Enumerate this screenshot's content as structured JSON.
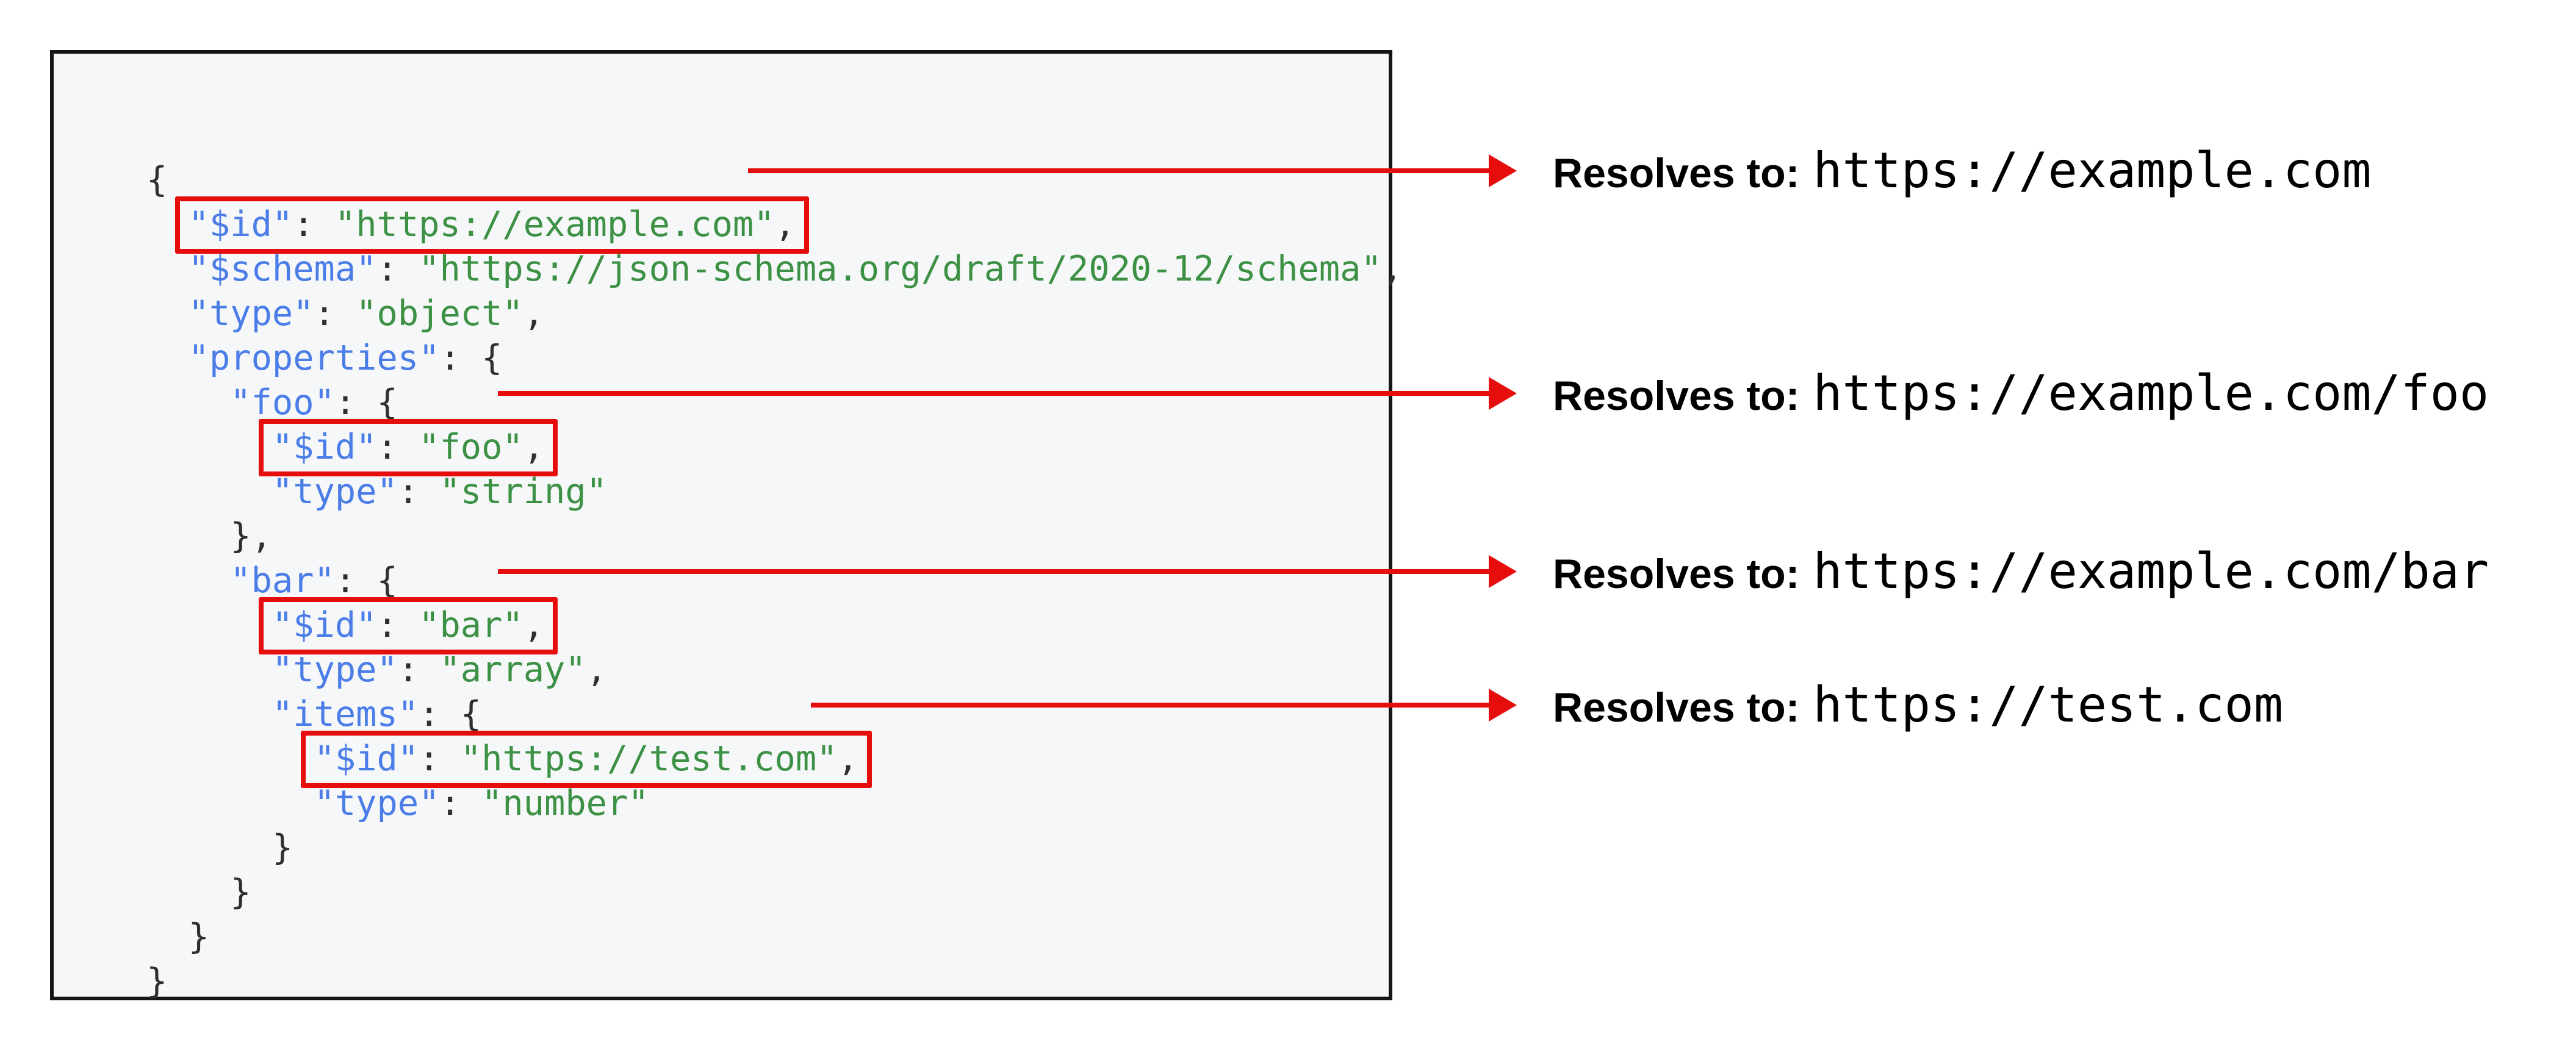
{
  "colors": {
    "accent_red": "#e60d0d",
    "key_blue": "#4b7de8",
    "string_green": "#3c9145",
    "punctuation": "#2f2f2f",
    "code_background": "#f6f7f8",
    "code_border": "#151515",
    "annotation_text": "#000000"
  },
  "code": {
    "language": "json",
    "lines": [
      {
        "indent": "",
        "boxed": false,
        "tokens": [
          {
            "type": "punct",
            "text": "{"
          }
        ]
      },
      {
        "indent": "  ",
        "boxed": true,
        "tokens": [
          {
            "type": "key",
            "text": "\"$id\""
          },
          {
            "type": "punct",
            "text": ": "
          },
          {
            "type": "string",
            "text": "\"https://example.com\""
          },
          {
            "type": "punct",
            "text": ","
          }
        ]
      },
      {
        "indent": "  ",
        "boxed": false,
        "tokens": [
          {
            "type": "key",
            "text": "\"$schema\""
          },
          {
            "type": "punct",
            "text": ": "
          },
          {
            "type": "string",
            "text": "\"https://json-schema.org/draft/2020-12/schema\""
          },
          {
            "type": "punct",
            "text": ","
          }
        ]
      },
      {
        "indent": "  ",
        "boxed": false,
        "tokens": [
          {
            "type": "key",
            "text": "\"type\""
          },
          {
            "type": "punct",
            "text": ": "
          },
          {
            "type": "string",
            "text": "\"object\""
          },
          {
            "type": "punct",
            "text": ","
          }
        ]
      },
      {
        "indent": "  ",
        "boxed": false,
        "tokens": [
          {
            "type": "key",
            "text": "\"properties\""
          },
          {
            "type": "punct",
            "text": ": {"
          }
        ]
      },
      {
        "indent": "    ",
        "boxed": false,
        "tokens": [
          {
            "type": "key",
            "text": "\"foo\""
          },
          {
            "type": "punct",
            "text": ": {"
          }
        ]
      },
      {
        "indent": "      ",
        "boxed": true,
        "tokens": [
          {
            "type": "key",
            "text": "\"$id\""
          },
          {
            "type": "punct",
            "text": ": "
          },
          {
            "type": "string",
            "text": "\"foo\""
          },
          {
            "type": "punct",
            "text": ","
          }
        ]
      },
      {
        "indent": "      ",
        "boxed": false,
        "tokens": [
          {
            "type": "key",
            "text": "\"type\""
          },
          {
            "type": "punct",
            "text": ": "
          },
          {
            "type": "string",
            "text": "\"string\""
          }
        ]
      },
      {
        "indent": "    ",
        "boxed": false,
        "tokens": [
          {
            "type": "punct",
            "text": "},"
          }
        ]
      },
      {
        "indent": "    ",
        "boxed": false,
        "tokens": [
          {
            "type": "key",
            "text": "\"bar\""
          },
          {
            "type": "punct",
            "text": ": {"
          }
        ]
      },
      {
        "indent": "      ",
        "boxed": true,
        "tokens": [
          {
            "type": "key",
            "text": "\"$id\""
          },
          {
            "type": "punct",
            "text": ": "
          },
          {
            "type": "string",
            "text": "\"bar\""
          },
          {
            "type": "punct",
            "text": ","
          }
        ]
      },
      {
        "indent": "      ",
        "boxed": false,
        "tokens": [
          {
            "type": "key",
            "text": "\"type\""
          },
          {
            "type": "punct",
            "text": ": "
          },
          {
            "type": "string",
            "text": "\"array\""
          },
          {
            "type": "punct",
            "text": ","
          }
        ]
      },
      {
        "indent": "      ",
        "boxed": false,
        "tokens": [
          {
            "type": "key",
            "text": "\"items\""
          },
          {
            "type": "punct",
            "text": ": {"
          }
        ]
      },
      {
        "indent": "        ",
        "boxed": true,
        "tokens": [
          {
            "type": "key",
            "text": "\"$id\""
          },
          {
            "type": "punct",
            "text": ": "
          },
          {
            "type": "string",
            "text": "\"https://test.com\""
          },
          {
            "type": "punct",
            "text": ","
          }
        ]
      },
      {
        "indent": "        ",
        "boxed": false,
        "tokens": [
          {
            "type": "key",
            "text": "\"type\""
          },
          {
            "type": "punct",
            "text": ": "
          },
          {
            "type": "string",
            "text": "\"number\""
          }
        ]
      },
      {
        "indent": "      ",
        "boxed": false,
        "tokens": [
          {
            "type": "punct",
            "text": "}"
          }
        ]
      },
      {
        "indent": "    ",
        "boxed": false,
        "tokens": [
          {
            "type": "punct",
            "text": "}"
          }
        ]
      },
      {
        "indent": "  ",
        "boxed": false,
        "tokens": [
          {
            "type": "punct",
            "text": "}"
          }
        ]
      },
      {
        "indent": "",
        "boxed": false,
        "tokens": [
          {
            "type": "punct",
            "text": "}"
          }
        ]
      }
    ]
  },
  "annotations": [
    {
      "label": "Resolves to:",
      "url": "https://example.com"
    },
    {
      "label": "Resolves to:",
      "url": "https://example.com/foo"
    },
    {
      "label": "Resolves to:",
      "url": "https://example.com/bar"
    },
    {
      "label": "Resolves to:",
      "url": "https://test.com"
    }
  ]
}
